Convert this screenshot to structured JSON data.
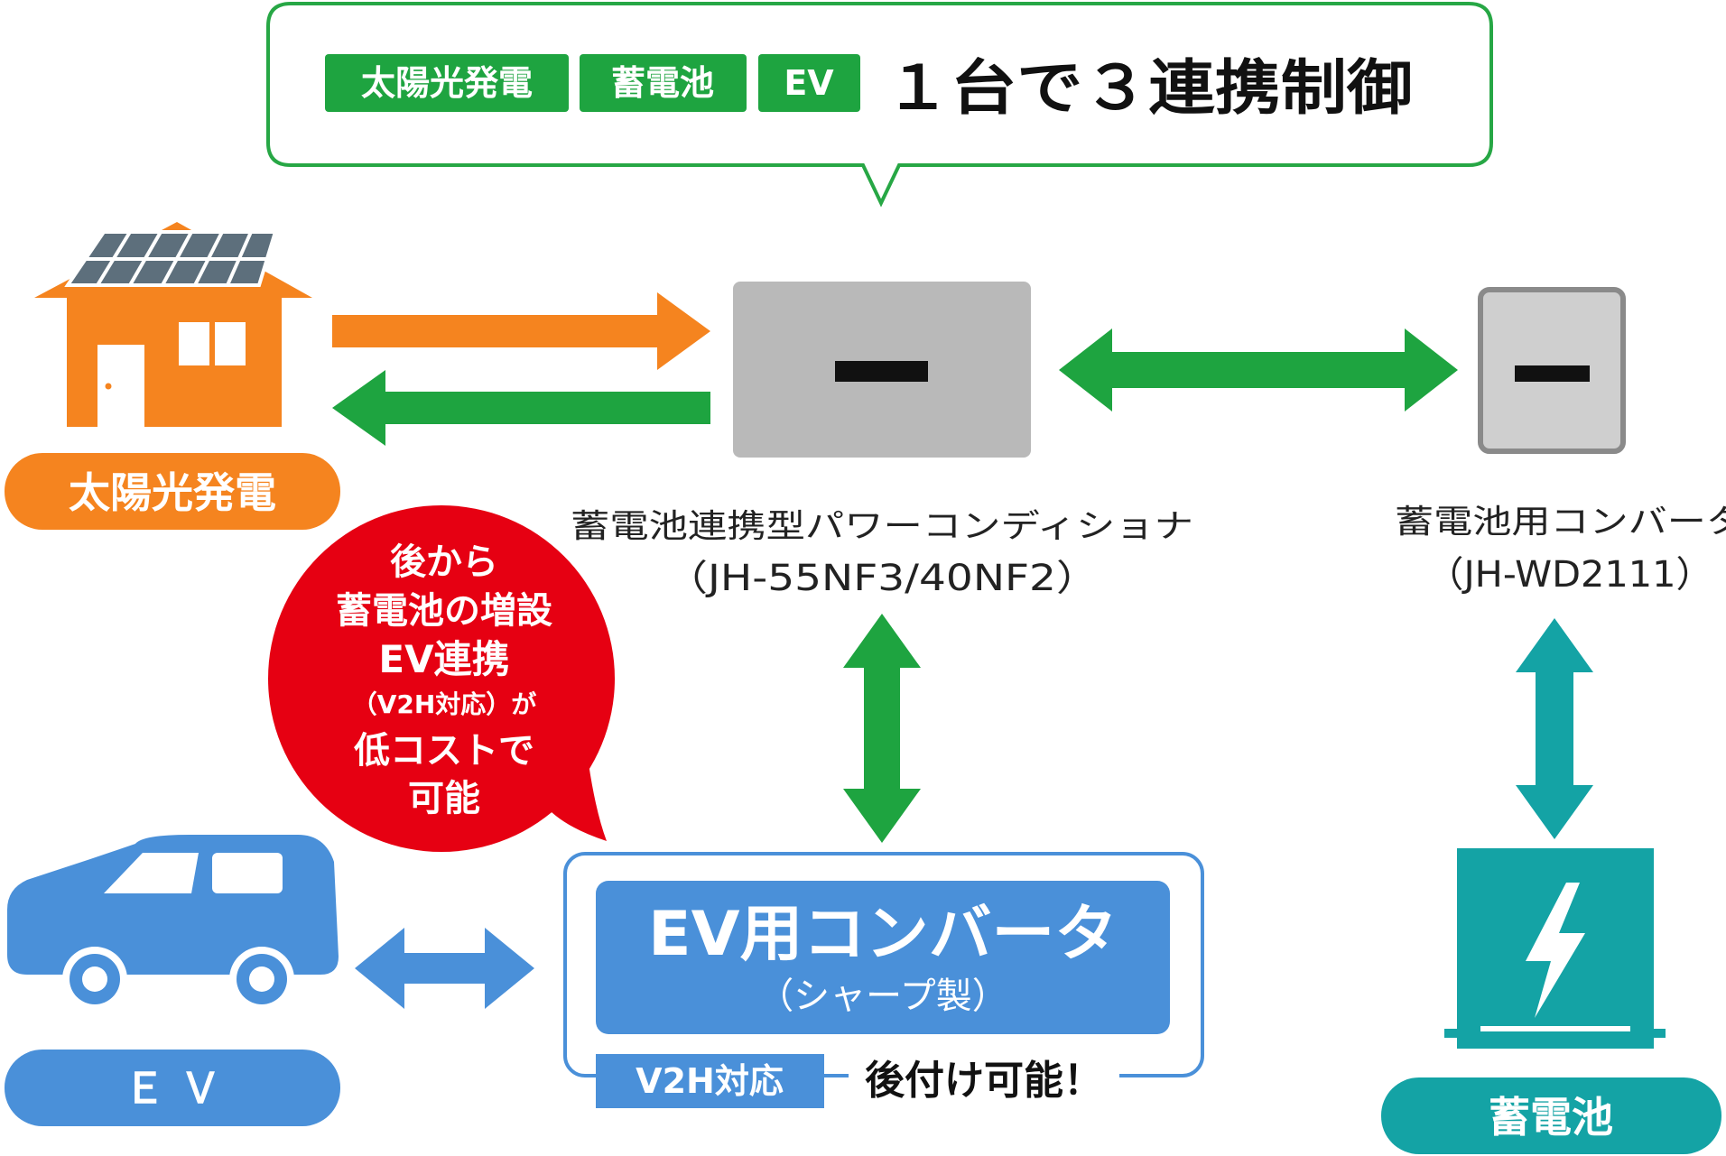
{
  "banner": {
    "tags": [
      "太陽光発電",
      "蓄電池",
      "EV"
    ],
    "headline": "１台で３連携制御"
  },
  "solar": {
    "label": "太陽光発電"
  },
  "power_conditioner": {
    "display": "ー",
    "name": "蓄電池連携型パワーコンディショナ",
    "model": "（JH-55NF3/40NF2）"
  },
  "battery_converter": {
    "display": "ー",
    "name": "蓄電池用コンバータ",
    "model": "（JH-WD2111）"
  },
  "callout": {
    "lines": [
      "後から",
      "蓄電池の増設",
      "EV連携",
      "（V2H対応）が",
      "低コストで",
      "可能"
    ]
  },
  "ev": {
    "label": "Ｅ Ｖ"
  },
  "ev_converter": {
    "title": "EV用コンバータ",
    "maker": "（シャープ製）",
    "badge": "V2H対応",
    "note": "後付け可能！"
  },
  "battery": {
    "label": "蓄電池"
  },
  "colors": {
    "green": "#1ea440",
    "green_border": "#27a745",
    "orange": "#f5841f",
    "blue": "#4a90d9",
    "teal": "#14a3a5",
    "red": "#e60012",
    "gray": "#b9b9b9"
  }
}
